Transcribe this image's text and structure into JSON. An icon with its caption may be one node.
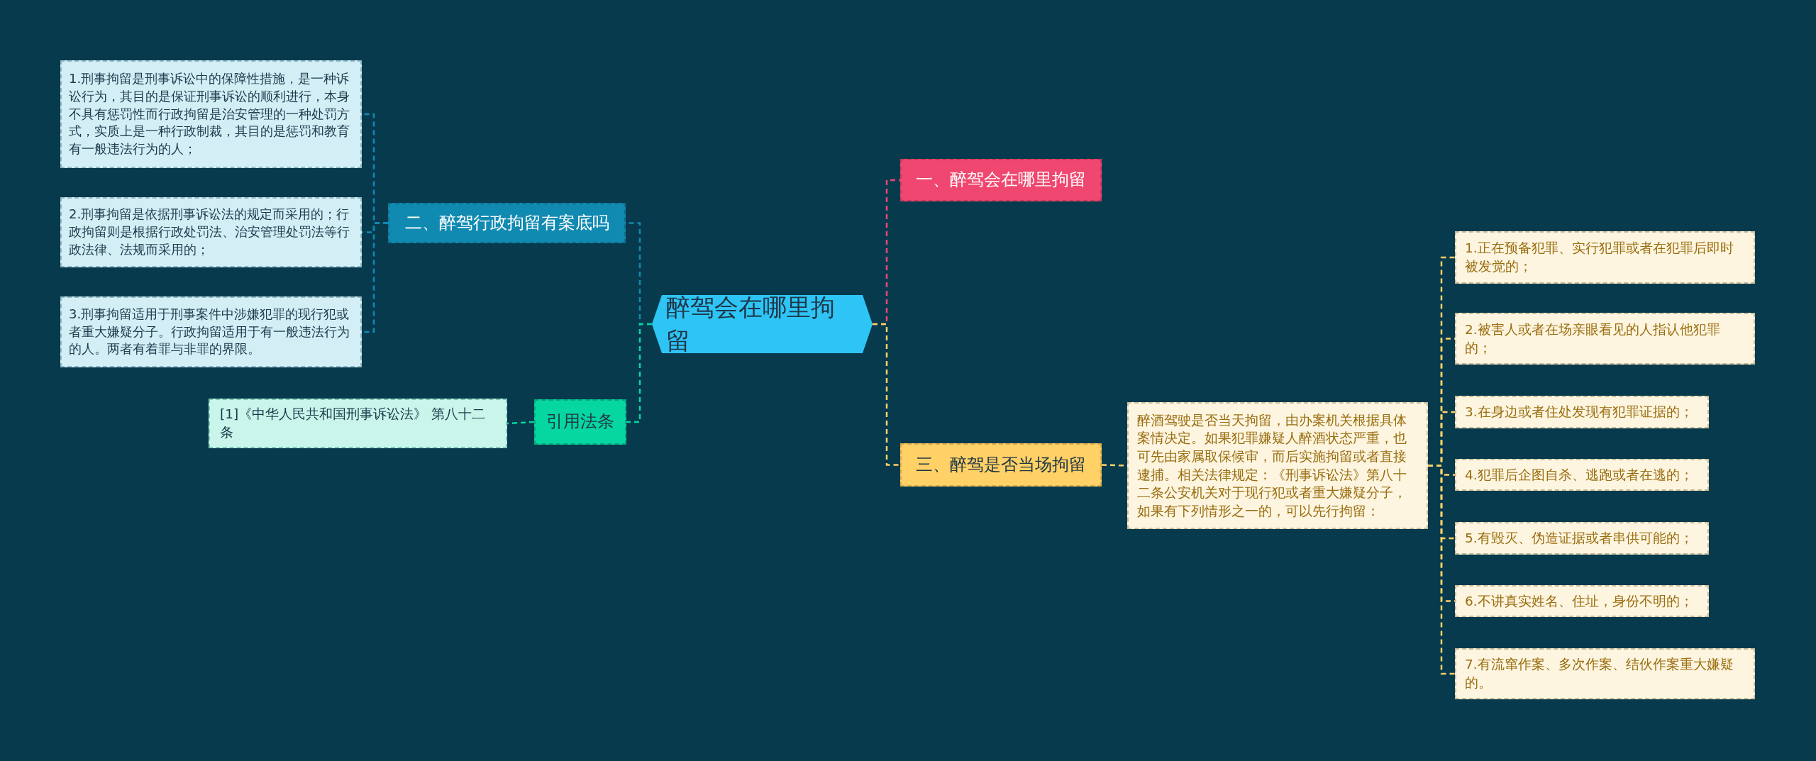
{
  "diagram": {
    "nodes": [
      {
        "text": [
          "醉驾会在哪里拘留"
        ]
      },
      {
        "text": [
          "一、醉驾会在哪里拘留"
        ]
      },
      {
        "text": [
          "三、醉驾是否当场拘留"
        ]
      },
      {
        "text": [
          "醉酒驾驶是否当天拘留，由办案机关根据具体案情决定。如果犯罪嫌疑人醉酒状态严重，也可先由家属取保候审，而后实施拘留或者直接逮捕。相关法律规定：《刑事诉讼法》第八十二条公安机关对于现行犯或者重大嫌疑分子，如果有下列情形之一的，可以先行拘留："
        ]
      },
      {
        "text": [
          "1.正在预备犯罪、实行犯罪或者在犯罪后即时被发觉的；"
        ]
      },
      {
        "text": [
          "2.被害人或者在场亲眼看见的人指认他犯罪的；"
        ]
      },
      {
        "text": [
          "3.在身边或者住处发现有犯罪证据的；"
        ]
      },
      {
        "text": [
          "4.犯罪后企图自杀、逃跑或者在逃的；"
        ]
      },
      {
        "text": [
          "5.有毁灭、伪造证据或者串供可能的；"
        ]
      },
      {
        "text": [
          "6.不讲真实姓名、住址，身份不明的；"
        ]
      },
      {
        "text": [
          "7.有流窜作案、多次作案、结伙作案重大嫌疑的。"
        ]
      },
      {
        "text": [
          "二、醉驾行政拘留有案底吗"
        ]
      },
      {
        "text": [
          "1.刑事拘留是刑事诉讼中的保障性措施，是一种诉讼行为，其目的是保证刑事诉讼的顺利进行，本身不具有惩罚性而行政拘留是治安管理的一种处罚方式，实质上是一种行政制裁，其目的是惩罚和教育有一般违法行为的人；"
        ]
      },
      {
        "text": [
          "2.刑事拘留是依据刑事诉讼法的规定而采用的；行政拘留则是根据行政处罚法、治安管理处罚法等行政法律、法规而采用的；"
        ]
      },
      {
        "text": [
          "3.刑事拘留适用于刑事案件中涉嫌犯罪的现行犯或者重大嫌疑分子。行政拘留适用于有一般违法行为的人。两者有着罪与非罪的界限。"
        ]
      },
      {
        "text": [
          "引用法条"
        ]
      },
      {
        "text": [
          "[1]《中华人民共和国刑事诉讼法》 第八十二条"
        ]
      }
    ],
    "edges": [
      {
        "from": 0,
        "to": 1,
        "arrow": "none",
        "color": "#ef476f"
      },
      {
        "from": 0,
        "to": 2,
        "arrow": "none"
      },
      {
        "from": 2,
        "to": 3,
        "arrow": "none"
      },
      {
        "from": 3,
        "to": 4,
        "arrow": "none"
      },
      {
        "from": 3,
        "to": 5,
        "arrow": "none"
      },
      {
        "from": 3,
        "to": 6,
        "arrow": "none"
      },
      {
        "from": 3,
        "to": 7,
        "arrow": "none"
      },
      {
        "from": 3,
        "to": 8,
        "arrow": "none"
      },
      {
        "from": 3,
        "to": 9,
        "arrow": "none"
      },
      {
        "from": 3,
        "to": 10,
        "arrow": "none"
      },
      {
        "from": 0,
        "to": 11,
        "arrow": "none",
        "color": "#118ab2"
      },
      {
        "from": 11,
        "to": 12,
        "arrow": "none",
        "color": "#118ab2"
      },
      {
        "from": 11,
        "to": 13,
        "arrow": "none",
        "color": "#118ab2"
      },
      {
        "from": 11,
        "to": 14,
        "arrow": "none",
        "color": "#118ab2"
      },
      {
        "from": 0,
        "to": 15,
        "arrow": "none",
        "color": "#06d6a0"
      },
      {
        "from": 15,
        "to": 16,
        "arrow": "none",
        "color": "#06d6a0"
      }
    ]
  }
}
